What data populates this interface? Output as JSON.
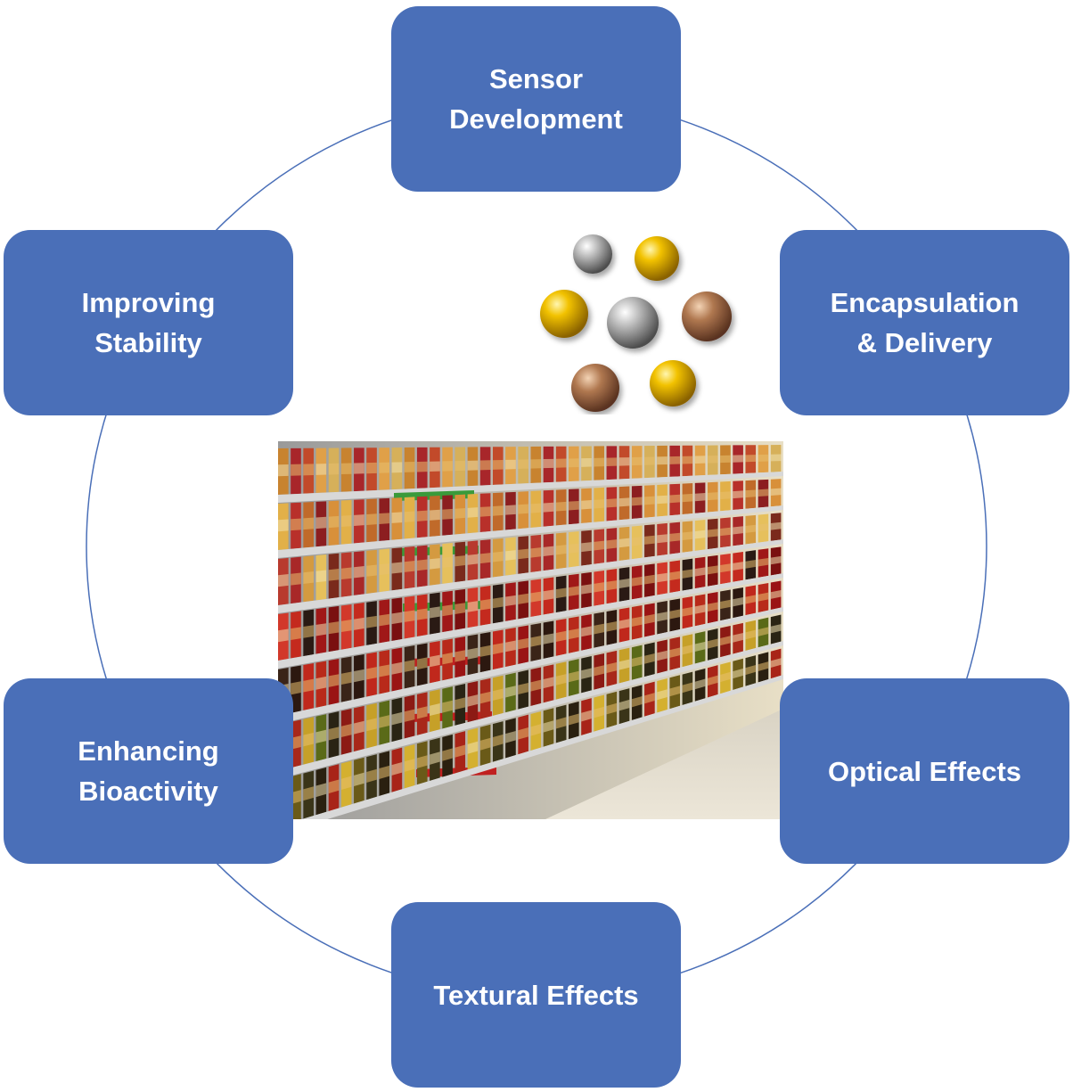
{
  "diagram": {
    "nodes": [
      {
        "id": "sensor",
        "label": "Sensor\nDevelopment"
      },
      {
        "id": "encap",
        "label": "Encapsulation\n& Delivery"
      },
      {
        "id": "optical",
        "label": "Optical Effects"
      },
      {
        "id": "textural",
        "label": "Textural Effects"
      },
      {
        "id": "bio",
        "label": "Enhancing\nBioactivity"
      },
      {
        "id": "stab",
        "label": "Improving\nStability"
      }
    ],
    "center_image": "supermarket-shelves-with-canned-food",
    "particles_image": "nanoparticles-gold-silver-copper",
    "colors": {
      "box": "#4a6fb8",
      "ring": "#4a6fb8",
      "text": "#ffffff"
    }
  }
}
